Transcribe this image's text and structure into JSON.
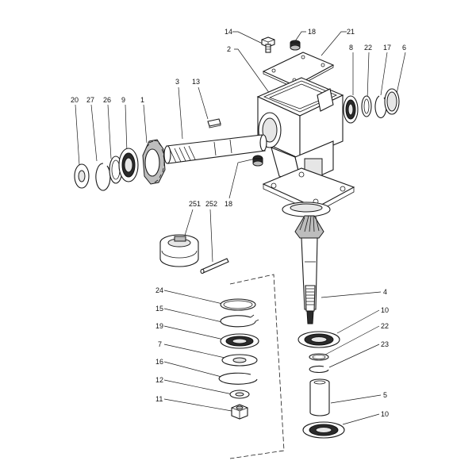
{
  "labels": {
    "l14": "14",
    "l18a": "18",
    "l21": "21",
    "l2": "2",
    "l8": "8",
    "l22a": "22",
    "l17": "17",
    "l6": "6",
    "l3": "3",
    "l13": "13",
    "l20": "20",
    "l27": "27",
    "l26": "26",
    "l9": "9",
    "l1": "1",
    "l18b": "18",
    "l251": "251",
    "l252": "252",
    "l24": "24",
    "l15": "15",
    "l19": "19",
    "l7": "7",
    "l16": "16",
    "l12": "12",
    "l11": "11",
    "l4": "4",
    "l10a": "10",
    "l22b": "22",
    "l23": "23",
    "l5": "5",
    "l10b": "10"
  }
}
